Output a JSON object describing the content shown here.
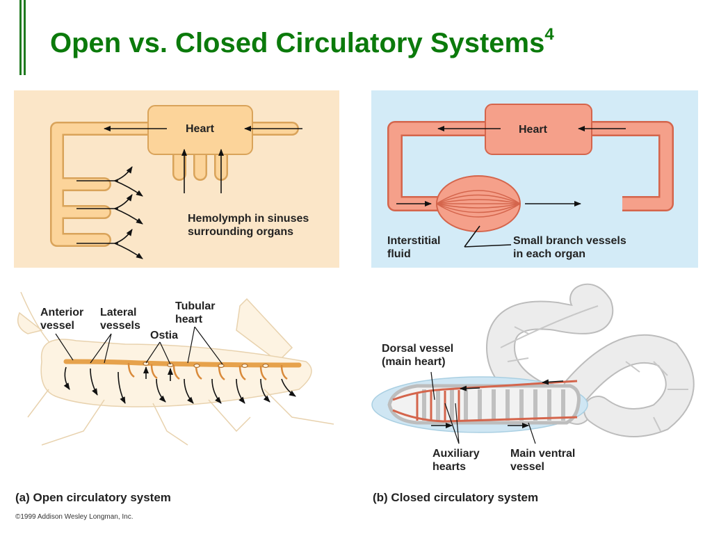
{
  "slide": {
    "title": "Open vs. Closed Circulatory Systems",
    "title_sup": "4",
    "copyright": "©1999 Addison Wesley Longman, Inc."
  },
  "open_diagram": {
    "heart_label": "Heart",
    "sinus_label_line1": "Hemolymph in sinuses",
    "sinus_label_line2": "surrounding organs",
    "bg_color": "#fbe6c8",
    "vessel_color": "#fcd49a"
  },
  "closed_diagram": {
    "heart_label": "Heart",
    "interstitial_line1": "Interstitial",
    "interstitial_line2": "fluid",
    "branch_line1": "Small branch vessels",
    "branch_line2": "in each organ",
    "bg_color": "#d3ebf7",
    "vessel_color": "#f5a08a"
  },
  "insect": {
    "anterior_line1": "Anterior",
    "anterior_line2": "vessel",
    "lateral_line1": "Lateral",
    "lateral_line2": "vessels",
    "tubular_line1": "Tubular",
    "tubular_line2": "heart",
    "ostia": "Ostia"
  },
  "worm": {
    "dorsal_line1": "Dorsal vessel",
    "dorsal_line2": "(main heart)",
    "aux_line1": "Auxiliary",
    "aux_line2": "hearts",
    "ventral_line1": "Main ventral",
    "ventral_line2": "vessel"
  },
  "captions": {
    "open": "(a) Open circulatory system",
    "closed": "(b) Closed circulatory system"
  }
}
